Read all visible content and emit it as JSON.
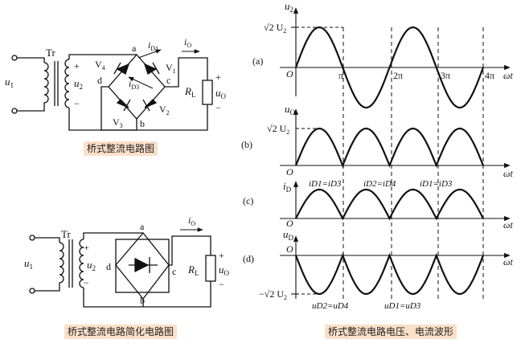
{
  "captions": {
    "bridge": "桥式整流电路图",
    "simplified": "桥式整流电路简化电路图",
    "waveforms": "桥式整流电路电压、电流波形"
  },
  "circuit1": {
    "tr": "Tr",
    "u1": "u",
    "u1_sub": "1",
    "u2": "u",
    "u2_sub": "2",
    "plus": "+",
    "minus": "−",
    "node_a": "a",
    "node_b": "b",
    "node_c": "c",
    "node_d": "d",
    "v1": "V",
    "v1_sub": "1",
    "v2": "V",
    "v2_sub": "2",
    "v3": "V",
    "v3_sub": "3",
    "v4": "V",
    "v4_sub": "4",
    "id1": "i",
    "id1_sub": "D1",
    "id3": "i",
    "id3_sub": "D3",
    "io": "i",
    "io_sub": "O",
    "rl": "R",
    "rl_sub": "L",
    "uo": "u",
    "uo_sub": "O"
  },
  "circuit2": {
    "tr": "Tr",
    "u1": "u",
    "u1_sub": "1",
    "u2": "u",
    "u2_sub": "2",
    "plus": "+",
    "minus": "−",
    "node_a": "a",
    "node_b": "b",
    "node_c": "c",
    "node_d": "d",
    "io": "i",
    "io_sub": "O",
    "rl": "R",
    "rl_sub": "L",
    "uo": "u",
    "uo_sub": "O"
  },
  "waveforms": {
    "a": {
      "tag": "(a)",
      "ylabel": "u",
      "ylabel_sub": "2",
      "peak": "√2 U",
      "peak_sub": "2",
      "origin": "O",
      "ticks": [
        "π",
        "2π",
        "3π",
        "4π"
      ],
      "xlabel": "ωt"
    },
    "b": {
      "tag": "(b)",
      "ylabel": "u",
      "ylabel_sub": "O",
      "peak": "√2 U",
      "peak_sub": "2",
      "origin": "O",
      "xlabel": "ωt"
    },
    "c": {
      "tag": "(c)",
      "ylabel": "i",
      "ylabel_sub": "D",
      "origin": "O",
      "xlabel": "ωt",
      "labels": [
        "iD1=iD3",
        "iD2=iD4",
        "iD1=iD3"
      ]
    },
    "d": {
      "tag": "(d)",
      "ylabel": "u",
      "ylabel_sub": "D",
      "origin": "O",
      "xlabel": "ωt",
      "peak": "−√2 U",
      "peak_sub": "2",
      "labels": [
        "uD2=uD4",
        "uD1=uD3"
      ]
    }
  }
}
